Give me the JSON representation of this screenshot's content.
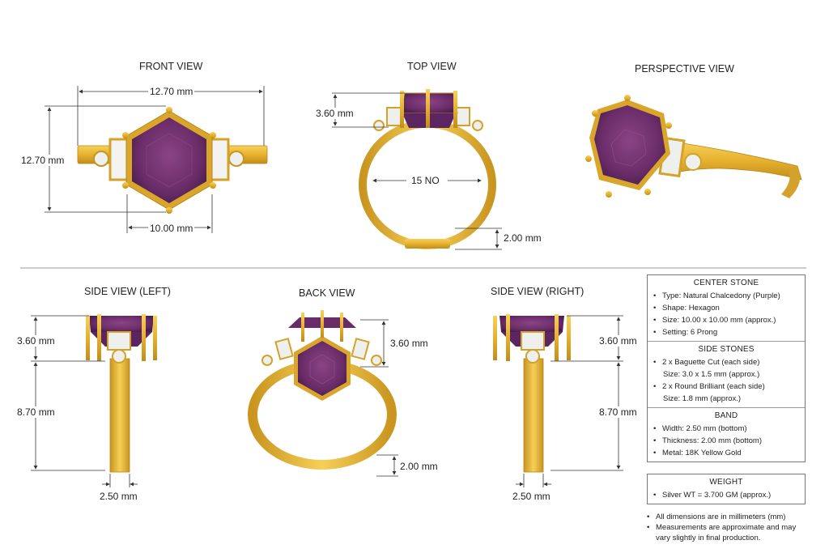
{
  "views": {
    "front": "FRONT VIEW",
    "top": "TOP VIEW",
    "perspective": "PERSPECTIVE VIEW",
    "side_left": "SIDE VIEW (LEFT)",
    "back": "BACK VIEW",
    "side_right": "SIDE VIEW (RIGHT)"
  },
  "dims": {
    "front_width": "12.70 mm",
    "front_height": "12.70 mm",
    "front_stone": "10.00 mm",
    "top_height": "3.60 mm",
    "ring_size": "15 NO",
    "top_band": "2.00 mm",
    "left_stone": "3.60 mm",
    "left_shank": "8.70 mm",
    "left_width": "2.50 mm",
    "back_stone": "3.60 mm",
    "back_band": "2.00 mm",
    "right_stone": "3.60 mm",
    "right_shank": "8.70 mm",
    "right_width": "2.50 mm"
  },
  "specs": {
    "center": {
      "title": "CENTER STONE",
      "items": [
        "Type: Natural Chalcedony (Purple)",
        "Shape: Hexagon",
        "Size:  10.00 x 10.00 mm (approx.)",
        "Setting:  6 Prong"
      ]
    },
    "side": {
      "title": "SIDE STONES",
      "item1": "2 x Baguette Cut (each side)",
      "item1_sub": "Size: 3.0 x 1.5 mm (approx.)",
      "item2": "2 x Round Brilliant (each side)",
      "item2_sub": "Size: 1.8 mm (approx.)"
    },
    "band": {
      "title": "BAND",
      "items": [
        "Width:  2.50 mm (bottom)",
        "Thickness:  2.00 mm (bottom)",
        "Metal:  18K Yellow Gold"
      ]
    },
    "weight": {
      "title": "WEIGHT",
      "items": [
        "Silver WT = 3.700 GM (approx.)"
      ]
    }
  },
  "notes": [
    "All dimensions are in millimeters (mm)",
    "Measurements are approximate and may vary slightly in final production."
  ],
  "colors": {
    "gold": "#e6b12e",
    "gold_dark": "#b9861a",
    "amethyst": "#6f2f6e",
    "amethyst_dark": "#4a1f4f",
    "diamond": "#eef0ee",
    "line": "#333333"
  }
}
